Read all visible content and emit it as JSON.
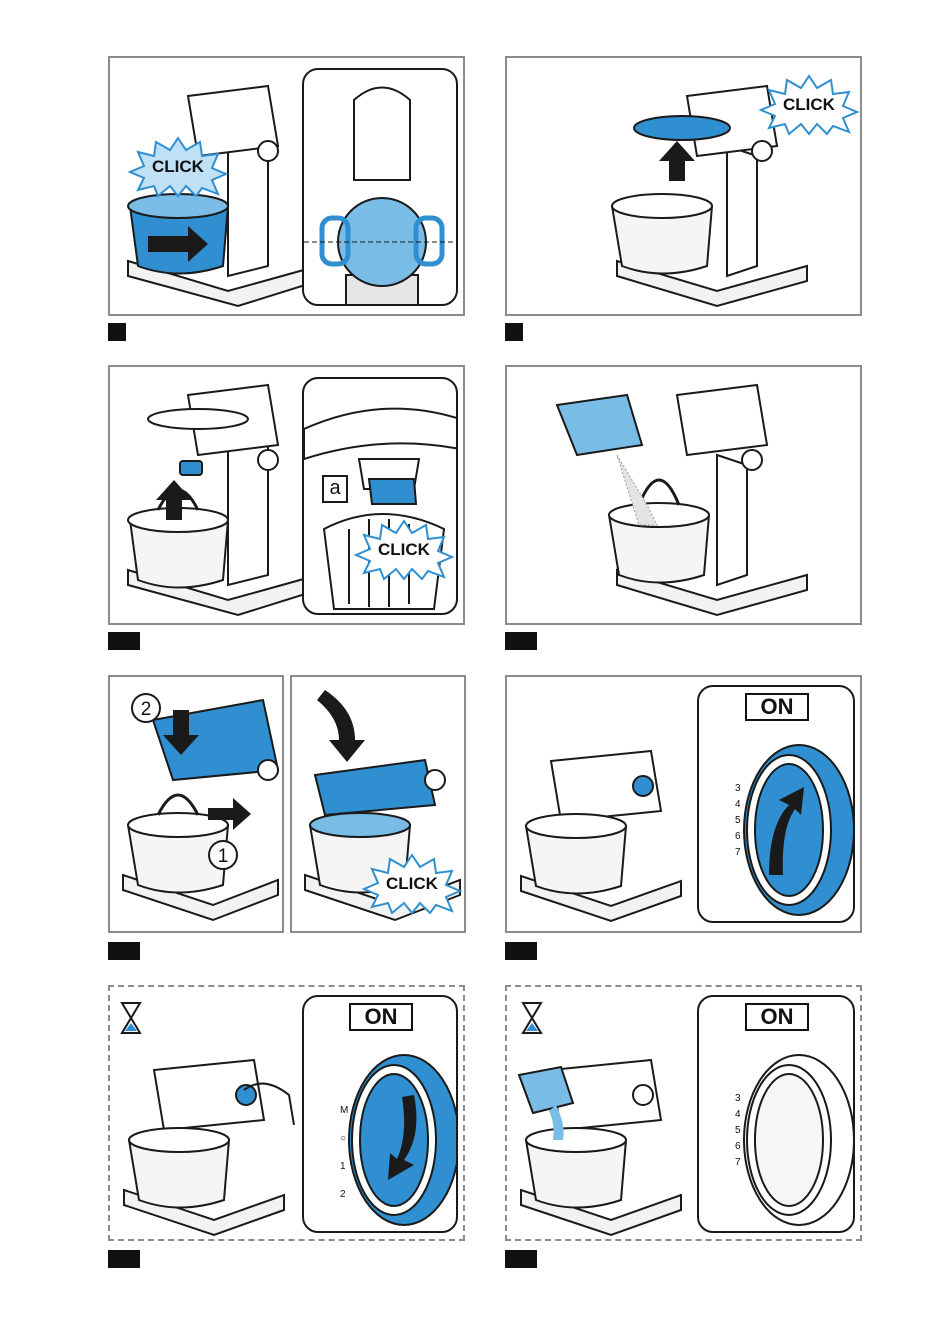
{
  "clicks": {
    "p1": "CLICK",
    "p2": "CLICK",
    "p3": "CLICK",
    "p5": "CLICK"
  },
  "on": {
    "p6": "ON",
    "p7": "ON",
    "p8": "ON"
  },
  "callouts": {
    "a": "a",
    "step1": "1",
    "step2": "2"
  },
  "dial_marks": {
    "p6": [
      "3",
      "4",
      "5",
      "6",
      "7"
    ],
    "p7": [
      "M",
      "○",
      "1",
      "2"
    ],
    "p8": [
      "3",
      "4",
      "5",
      "6",
      "7"
    ]
  },
  "colors": {
    "accent": "#2f8fd0",
    "accent_light": "#79bde6",
    "outline": "#1a1a1a",
    "frame": "#8c8c8c"
  },
  "icons": [
    "hourglass-icon",
    "arrow-icon",
    "starburst-icon"
  ]
}
